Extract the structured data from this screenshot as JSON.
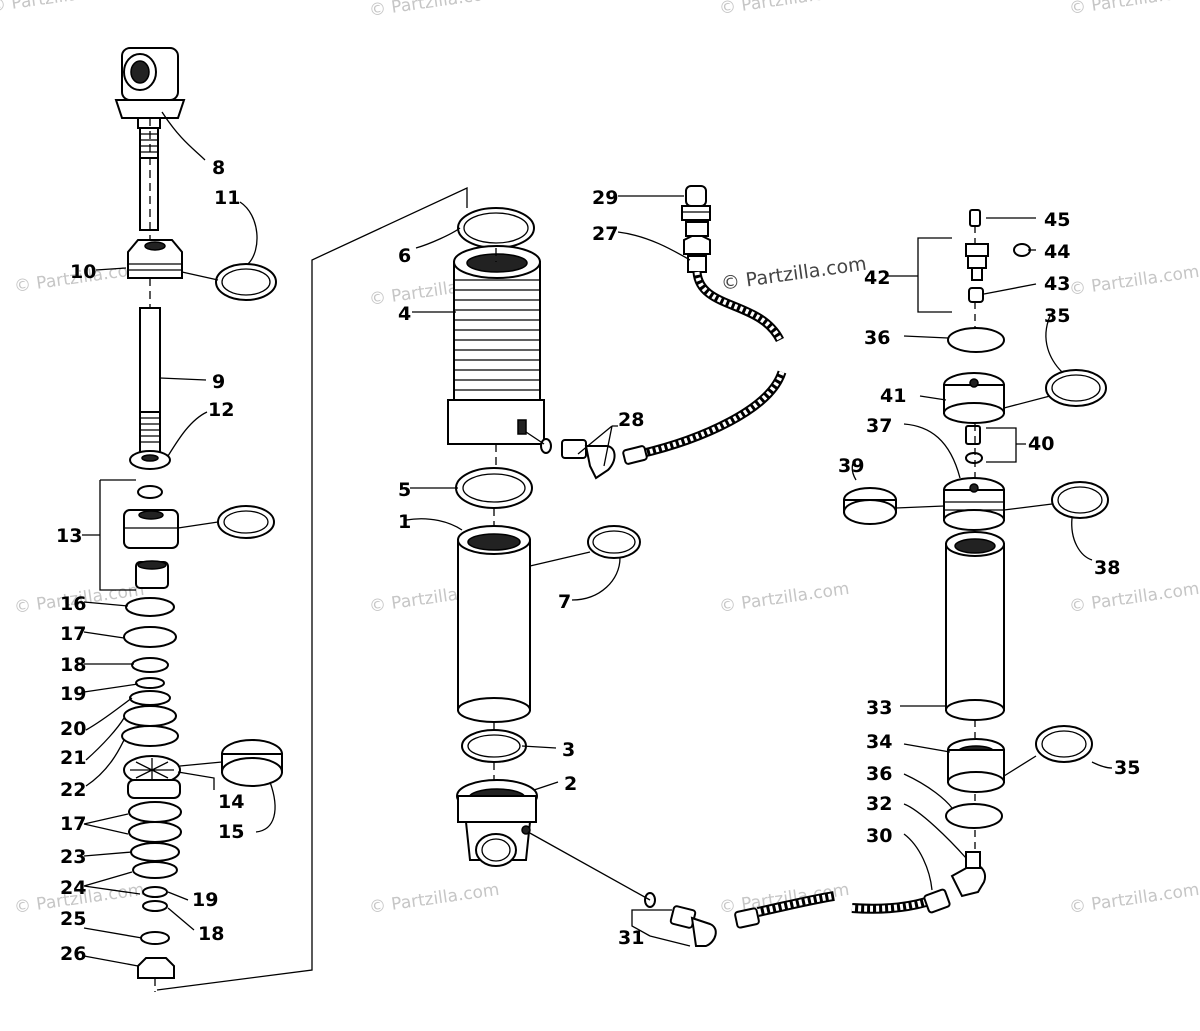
{
  "watermark": {
    "text": "© Partzilla.com"
  },
  "callouts": [
    {
      "id": "8",
      "label": "8"
    },
    {
      "id": "11",
      "label": "11"
    },
    {
      "id": "10",
      "label": "10"
    },
    {
      "id": "9",
      "label": "9"
    },
    {
      "id": "12",
      "label": "12"
    },
    {
      "id": "13",
      "label": "13"
    },
    {
      "id": "16",
      "label": "16"
    },
    {
      "id": "17a",
      "label": "17"
    },
    {
      "id": "18a",
      "label": "18"
    },
    {
      "id": "19a",
      "label": "19"
    },
    {
      "id": "20",
      "label": "20"
    },
    {
      "id": "21",
      "label": "21"
    },
    {
      "id": "22",
      "label": "22"
    },
    {
      "id": "14",
      "label": "14"
    },
    {
      "id": "15",
      "label": "15"
    },
    {
      "id": "17b",
      "label": "17"
    },
    {
      "id": "23",
      "label": "23"
    },
    {
      "id": "24",
      "label": "24"
    },
    {
      "id": "19b",
      "label": "19"
    },
    {
      "id": "25",
      "label": "25"
    },
    {
      "id": "18b",
      "label": "18"
    },
    {
      "id": "26",
      "label": "26"
    },
    {
      "id": "6",
      "label": "6"
    },
    {
      "id": "4",
      "label": "4"
    },
    {
      "id": "5",
      "label": "5"
    },
    {
      "id": "1",
      "label": "1"
    },
    {
      "id": "7",
      "label": "7"
    },
    {
      "id": "3",
      "label": "3"
    },
    {
      "id": "2",
      "label": "2"
    },
    {
      "id": "29",
      "label": "29"
    },
    {
      "id": "27",
      "label": "27"
    },
    {
      "id": "28",
      "label": "28"
    },
    {
      "id": "31",
      "label": "31"
    },
    {
      "id": "45",
      "label": "45"
    },
    {
      "id": "44",
      "label": "44"
    },
    {
      "id": "42",
      "label": "42"
    },
    {
      "id": "43",
      "label": "43"
    },
    {
      "id": "36a",
      "label": "36"
    },
    {
      "id": "35a",
      "label": "35"
    },
    {
      "id": "41",
      "label": "41"
    },
    {
      "id": "37",
      "label": "37"
    },
    {
      "id": "40",
      "label": "40"
    },
    {
      "id": "39",
      "label": "39"
    },
    {
      "id": "38",
      "label": "38"
    },
    {
      "id": "33",
      "label": "33"
    },
    {
      "id": "34",
      "label": "34"
    },
    {
      "id": "35b",
      "label": "35"
    },
    {
      "id": "36b",
      "label": "36"
    },
    {
      "id": "32",
      "label": "32"
    },
    {
      "id": "30",
      "label": "30"
    }
  ]
}
